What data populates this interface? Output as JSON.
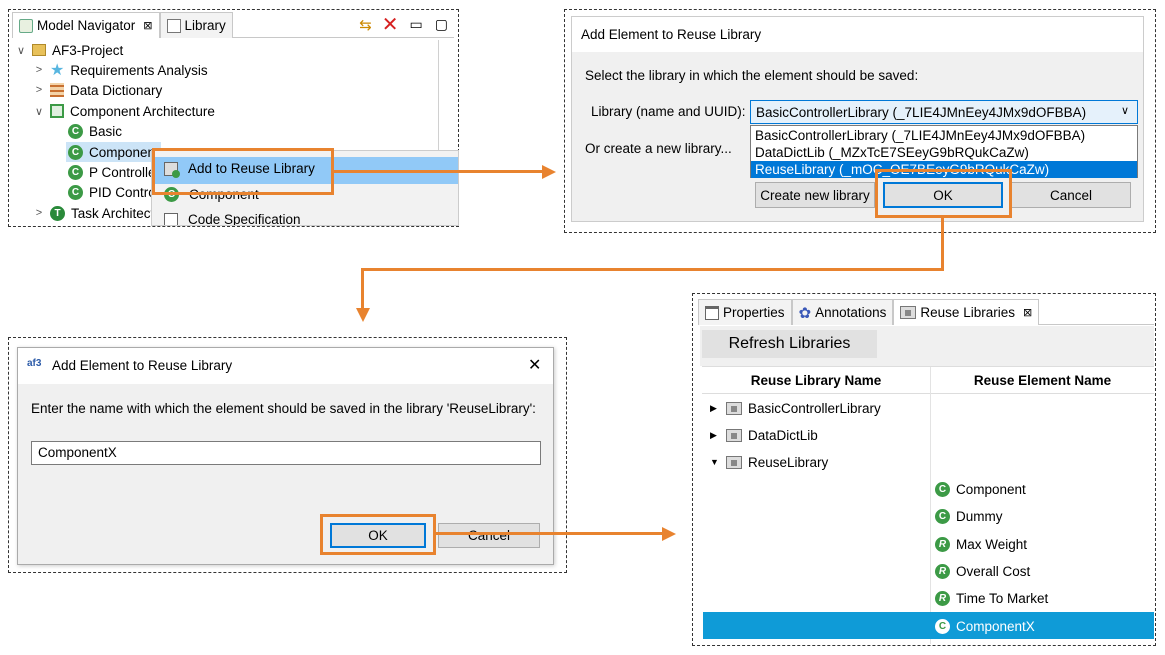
{
  "panel1": {
    "tabs": [
      {
        "label": "Model Navigator",
        "close": "⊠"
      },
      {
        "label": "Library"
      }
    ],
    "tree": [
      {
        "label": "AF3-Project",
        "chevron": "∨",
        "icon": "folder-icon"
      },
      {
        "label": "Requirements Analysis",
        "chevron": ">",
        "icon": "star-icon"
      },
      {
        "label": "Data Dictionary",
        "chevron": ">",
        "icon": "grid-icon"
      },
      {
        "label": "Component Architecture",
        "chevron": "∨",
        "icon": "component-arch-icon"
      },
      {
        "label": "Basic",
        "icon": "c-icon"
      },
      {
        "label": "Component",
        "icon": "c-icon"
      },
      {
        "label": "P Controller",
        "icon": "c-icon"
      },
      {
        "label": "PID Controller",
        "icon": "c-icon"
      },
      {
        "label": "Task Architecture",
        "chevron": ">",
        "icon": "t-icon"
      }
    ],
    "context_menu": [
      {
        "label": "Add to Reuse Library"
      },
      {
        "label": "Component"
      },
      {
        "label": "Code Specification"
      }
    ]
  },
  "panel2": {
    "title": "Add Element to Reuse Library",
    "prompt": "Select the library in which the element should be saved:",
    "library_label": "Library (name and UUID):",
    "selected_library": "BasicControllerLibrary (_7LIE4JMnEey4JMx9dOFBBA)",
    "options": [
      "BasicControllerLibrary (_7LIE4JMnEey4JMx9dOFBBA)",
      "DataDictLib (_MZxTcE7SEeyG9bRQukCaZw)",
      "ReuseLibrary (_mOC_OE7BEeyG9bRQukCaZw)"
    ],
    "create_prompt": "Or create a new library...",
    "create_button": "Create new library",
    "ok_button": "OK",
    "cancel_button": "Cancel"
  },
  "panel3": {
    "app_icon_text": "af3",
    "title": "Add Element to Reuse Library",
    "close": "✕",
    "prompt": "Enter the name with which the element should be saved in the library 'ReuseLibrary':",
    "input_value": "ComponentX",
    "ok_button": "OK",
    "cancel_button": "Cancel"
  },
  "panel4": {
    "tabs": [
      {
        "label": "Properties"
      },
      {
        "label": "Annotations"
      },
      {
        "label": "Reuse Libraries",
        "close": "⊠"
      }
    ],
    "refresh_button": "Refresh Libraries",
    "columns": [
      "Reuse Library Name",
      "Reuse Element Name"
    ],
    "libraries": [
      {
        "name": "BasicControllerLibrary",
        "expander": "▶"
      },
      {
        "name": "DataDictLib",
        "expander": "▶"
      },
      {
        "name": "ReuseLibrary",
        "expander": "▼"
      }
    ],
    "elements": [
      {
        "name": "Component",
        "icon": "C"
      },
      {
        "name": "Dummy",
        "icon": "C"
      },
      {
        "name": "Max Weight",
        "icon": "R"
      },
      {
        "name": "Overall Cost",
        "icon": "R"
      },
      {
        "name": "Time To Market",
        "icon": "R"
      },
      {
        "name": "ComponentX",
        "icon": "C",
        "selected": true
      }
    ]
  },
  "colors": {
    "highlight_orange": "#e8832f",
    "selection_blue": "#0078d7",
    "row_selected": "#0f9bd7",
    "icon_green": "#3c9a46"
  }
}
